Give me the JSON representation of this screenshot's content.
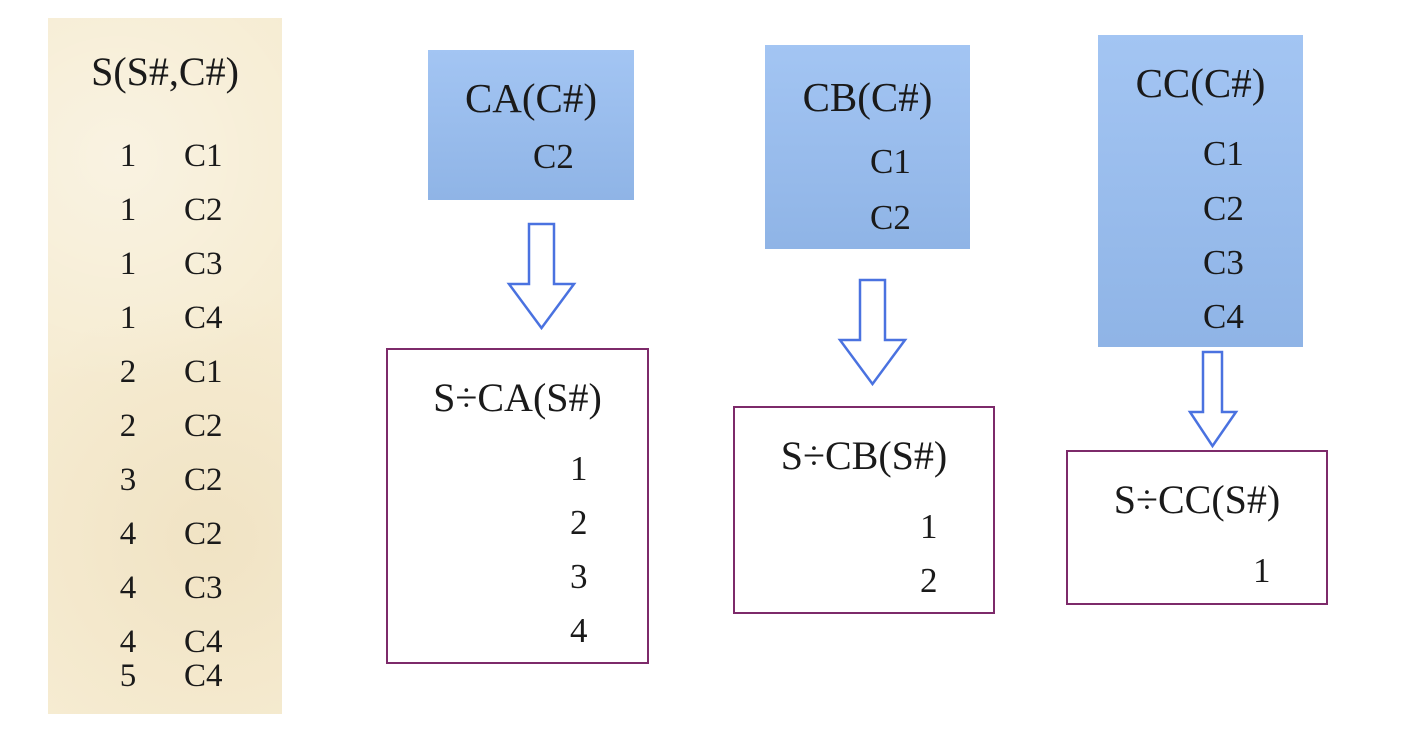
{
  "source": {
    "title": "S(S#,C#)",
    "rows": [
      [
        "1",
        "C1"
      ],
      [
        "1",
        "C2"
      ],
      [
        "1",
        "C3"
      ],
      [
        "1",
        "C4"
      ],
      [
        "2",
        "C1"
      ],
      [
        "2",
        "C2"
      ],
      [
        "3",
        "C2"
      ],
      [
        "4",
        "C2"
      ],
      [
        "4",
        "C3"
      ],
      [
        "4",
        "C4"
      ],
      [
        "5",
        "C4"
      ]
    ]
  },
  "divisors": [
    {
      "title": "CA(C#)",
      "items": [
        "C2"
      ]
    },
    {
      "title": "CB(C#)",
      "items": [
        "C1",
        "C2"
      ]
    },
    {
      "title": "CC(C#)",
      "items": [
        "C1",
        "C2",
        "C3",
        "C4"
      ]
    }
  ],
  "results": [
    {
      "title": "S÷CA(S#)",
      "items": [
        "1",
        "2",
        "3",
        "4"
      ]
    },
    {
      "title": "S÷CB(S#)",
      "items": [
        "1",
        "2"
      ]
    },
    {
      "title": "S÷CC(S#)",
      "items": [
        "1"
      ]
    }
  ],
  "colors": {
    "panel_bg": "#f6ecd2",
    "divisor_fill": "#98bbec",
    "result_border": "#7d2a6a",
    "arrow_stroke": "#4a72e0"
  }
}
